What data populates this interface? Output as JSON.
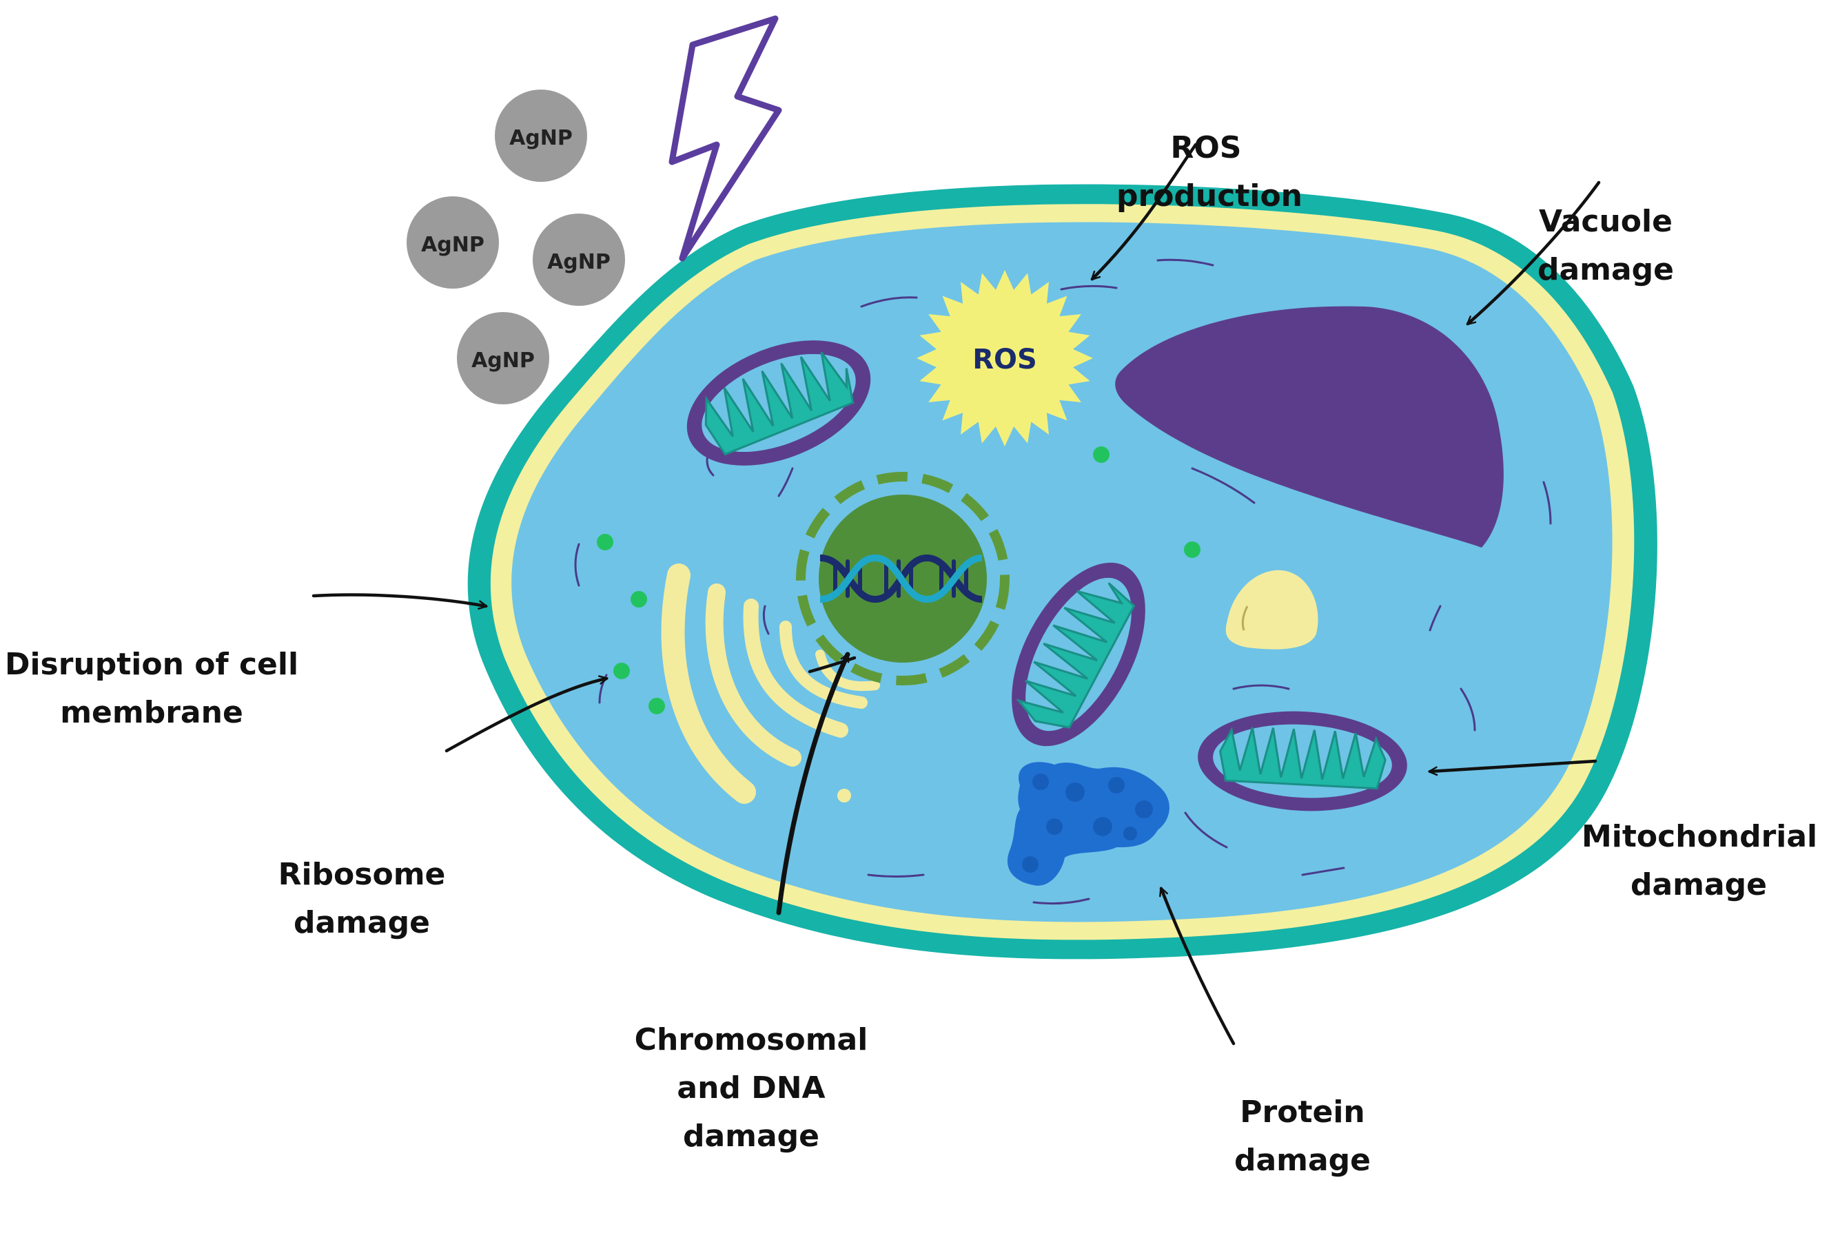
{
  "nanoparticle_label": "AgNP",
  "ros_label": "ROS",
  "labels": {
    "ros_production": [
      "ROS",
      "production"
    ],
    "vacuole_damage": [
      "Vacuole",
      "damage"
    ],
    "membrane_disruption": [
      "Disruption of cell",
      "membrane"
    ],
    "ribosome_damage": [
      "Ribosome",
      "damage"
    ],
    "mitochondrial_damage": [
      "Mitochondrial",
      "damage"
    ],
    "chromosomal_damage": [
      "Chromosomal",
      "and DNA",
      "damage"
    ],
    "protein_damage": [
      "Protein",
      "damage"
    ]
  },
  "colors": {
    "cell_wall": "#16b3a8",
    "membrane": "#f3f0a0",
    "cytoplasm": "#6fc3e6",
    "vacuole": "#5c3d8c",
    "mitochondria_outer": "#5c3d8c",
    "mitochondria_inner": "#1fb7a6",
    "nucleus": "#4f8f3a",
    "golgi": "#f3ec9e",
    "ros": "#f3f07a",
    "nanoparticle": "#9b9b9b",
    "lightning": "#5b3d9e",
    "protein": "#1f6fd1",
    "ribosome": "#22c35f"
  }
}
